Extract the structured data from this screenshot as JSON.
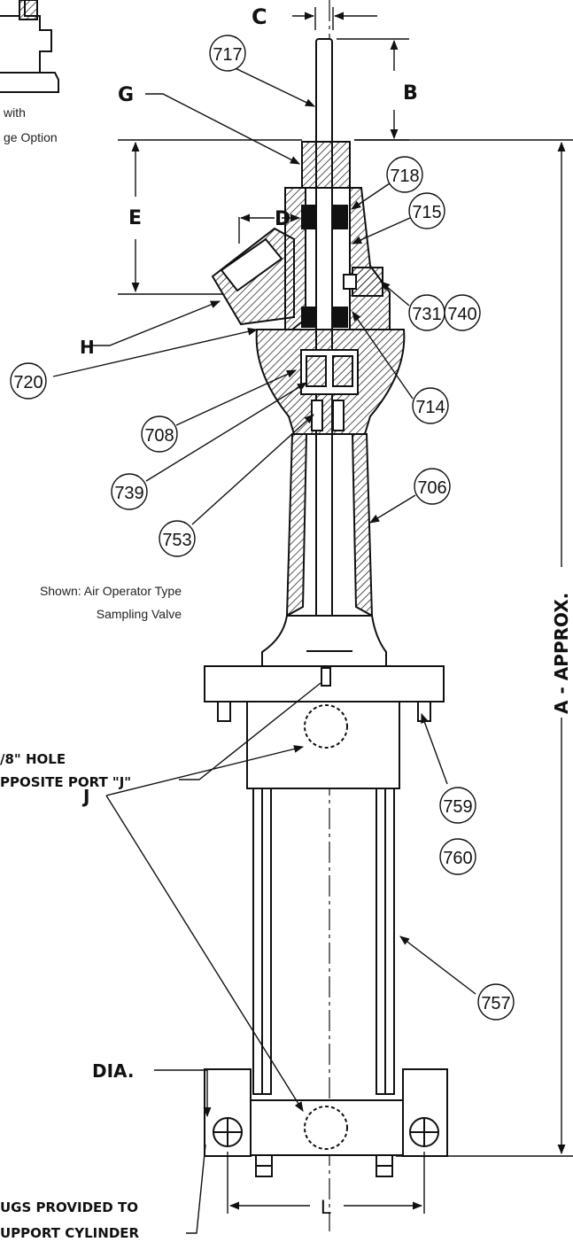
{
  "dimensions": {
    "A": "A - APPROX.",
    "B": "B",
    "C": "C",
    "D": "D",
    "E": "E",
    "G": "G",
    "H": "H",
    "J": "J",
    "L": "L",
    "dia": "DIA."
  },
  "callouts": {
    "c717": "717",
    "c718": "718",
    "c715": "715",
    "c731": "731",
    "c740": "740",
    "c720": "720",
    "c714": "714",
    "c708": "708",
    "c739": "739",
    "c753": "753",
    "c706": "706",
    "c759": "759",
    "c760": "760",
    "c757": "757"
  },
  "notes": {
    "flange_line1": "with",
    "flange_line2": "ge Option",
    "shown_line1": "Shown: Air Operator Type",
    "shown_line2": "Sampling Valve",
    "hole_line1": "/8\" HOLE",
    "hole_line2": "PPOSITE PORT \"J\"",
    "lugs_line1": "UGS PROVIDED TO",
    "lugs_line2": "UPPORT CYLINDER"
  }
}
